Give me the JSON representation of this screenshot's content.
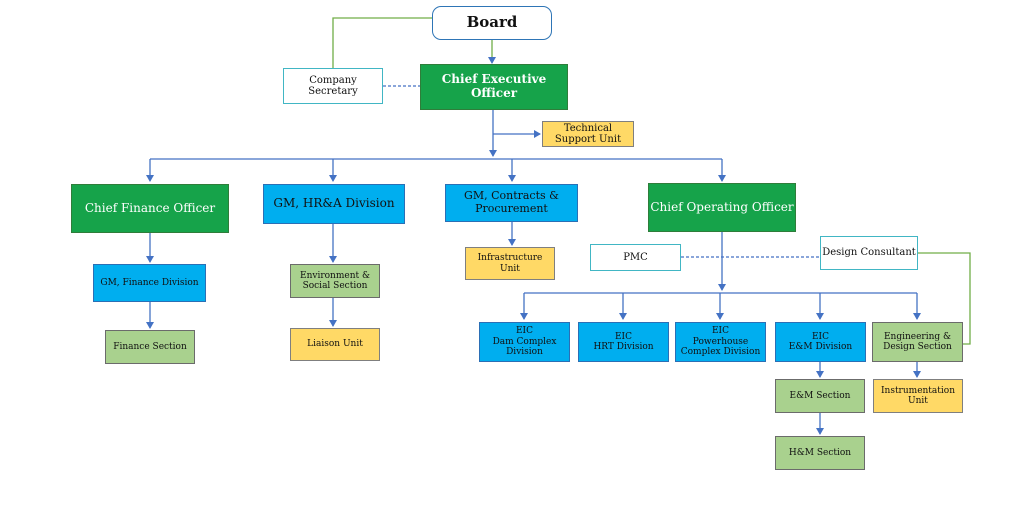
{
  "boxes": {
    "board": "Board",
    "company_secretary": "Company\nSecretary",
    "ceo": "Chief Executive Officer",
    "technical_support": "Technical\nSupport Unit",
    "cfo": "Chief Finance Officer",
    "gm_hra": "GM, HR&A Division",
    "gm_contracts": "GM, Contracts &\nProcurement",
    "coo": "Chief Operating Officer",
    "gm_finance": "GM, Finance Division",
    "finance_section": "Finance Section",
    "env_social": "Environment &\nSocial Section",
    "liaison": "Liaison Unit",
    "infrastructure": "Infrastructure\nUnit",
    "pmc": "PMC",
    "design_consultant": "Design Consultant",
    "eic_dam": "EIC\nDam Complex\nDivision",
    "eic_hrt": "EIC\nHRT Division",
    "eic_powerhouse": "EIC\nPowerhouse\nComplex Division",
    "eic_em": "EIC\nE&M Division",
    "eng_design": "Engineering &\nDesign Section",
    "em_section": "E&M Section",
    "instrumentation": "Instrumentation\nUnit",
    "hm_section": "H&M Section"
  },
  "colors": {
    "connector": "#4472c4",
    "advisory_connector": "#70ad47",
    "executive_green": "#16a34a",
    "division_blue": "#00aeef",
    "unit_yellow": "#ffd966",
    "section_green": "#a9d18e"
  }
}
